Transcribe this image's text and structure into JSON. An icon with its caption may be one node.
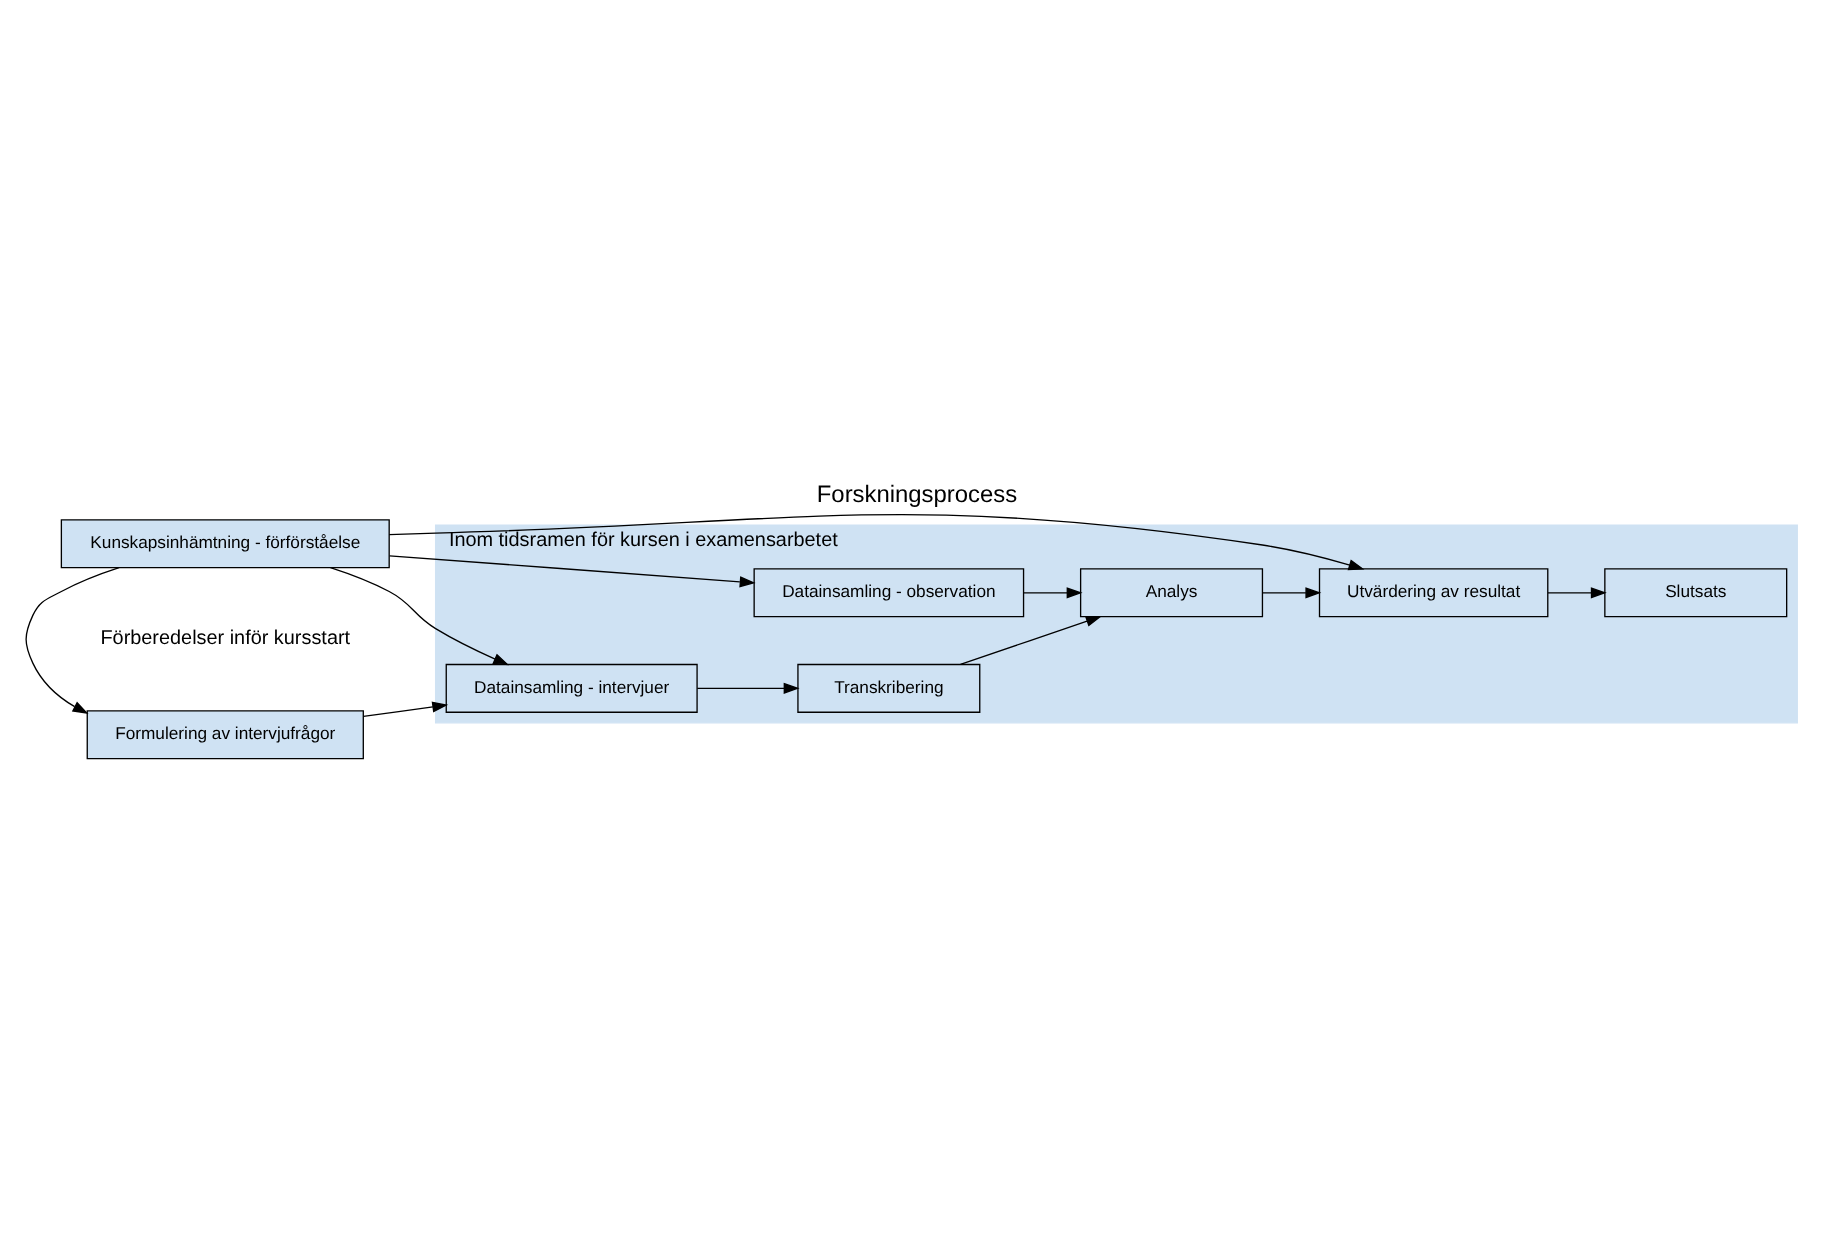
{
  "diagram": {
    "title": "Forskningsprocess",
    "nodes": [
      {
        "text": [
          "Inom tidsramen för kursen i examensarbetet"
        ]
      },
      {
        "text": [
          "Formulering av intervjufrågor"
        ]
      },
      {
        "text": [
          "Kunskapsinhämtning - förförståelse"
        ]
      },
      {
        "text": [
          "Datainsamling - intervjuer"
        ],
        "in": 0
      },
      {
        "text": [
          "Transkribering"
        ],
        "in": 0
      },
      {
        "text": [
          "Datainsamling - observation"
        ],
        "in": 0
      },
      {
        "text": [
          "Analys"
        ],
        "in": 0
      },
      {
        "text": [
          "Utvärdering av resultat"
        ],
        "in": 0
      },
      {
        "text": [
          "Slutsats"
        ],
        "in": 0
      }
    ],
    "edges": [
      {
        "from": 2,
        "to": 1,
        "arrow": "to"
      },
      {
        "from": 1,
        "to": 3,
        "arrow": "to"
      },
      {
        "from": 2,
        "to": 3,
        "arrow": "to"
      },
      {
        "from": 2,
        "to": 5,
        "arrow": "to"
      },
      {
        "from": 3,
        "to": 4,
        "arrow": "to"
      },
      {
        "from": 5,
        "to": 6,
        "arrow": "to"
      },
      {
        "from": 4,
        "to": 6,
        "arrow": "to"
      },
      {
        "from": 6,
        "to": 7,
        "arrow": "to"
      },
      {
        "from": 2,
        "to": 7,
        "arrow": "to"
      },
      {
        "from": 7,
        "to": 8,
        "arrow": "to"
      }
    ],
    "labels": [
      "Förberedelser inför kursstart"
    ]
  }
}
